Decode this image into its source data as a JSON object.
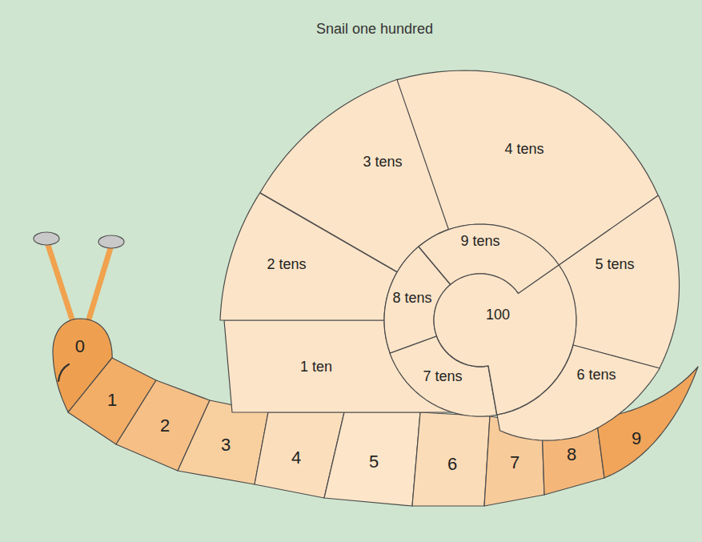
{
  "diagram": {
    "title": "Snail one hundred",
    "nodes": [
      {
        "text": [
          "0"
        ]
      },
      {
        "text": [
          "1"
        ]
      },
      {
        "text": [
          "2"
        ]
      },
      {
        "text": [
          "3"
        ]
      },
      {
        "text": [
          "4"
        ]
      },
      {
        "text": [
          "5"
        ]
      },
      {
        "text": [
          "6"
        ]
      },
      {
        "text": [
          "7"
        ]
      },
      {
        "text": [
          "8"
        ]
      },
      {
        "text": [
          "9"
        ]
      },
      {
        "text": [
          "1 ten"
        ]
      },
      {
        "text": [
          "2 tens"
        ]
      },
      {
        "text": [
          "3 tens"
        ]
      },
      {
        "text": [
          "4 tens"
        ]
      },
      {
        "text": [
          "5 tens"
        ]
      },
      {
        "text": [
          "6 tens"
        ]
      },
      {
        "text": [
          "7 tens"
        ]
      },
      {
        "text": [
          "8 tens"
        ]
      },
      {
        "text": [
          "9 tens"
        ]
      },
      {
        "text": [
          "100"
        ]
      }
    ],
    "edges": []
  }
}
